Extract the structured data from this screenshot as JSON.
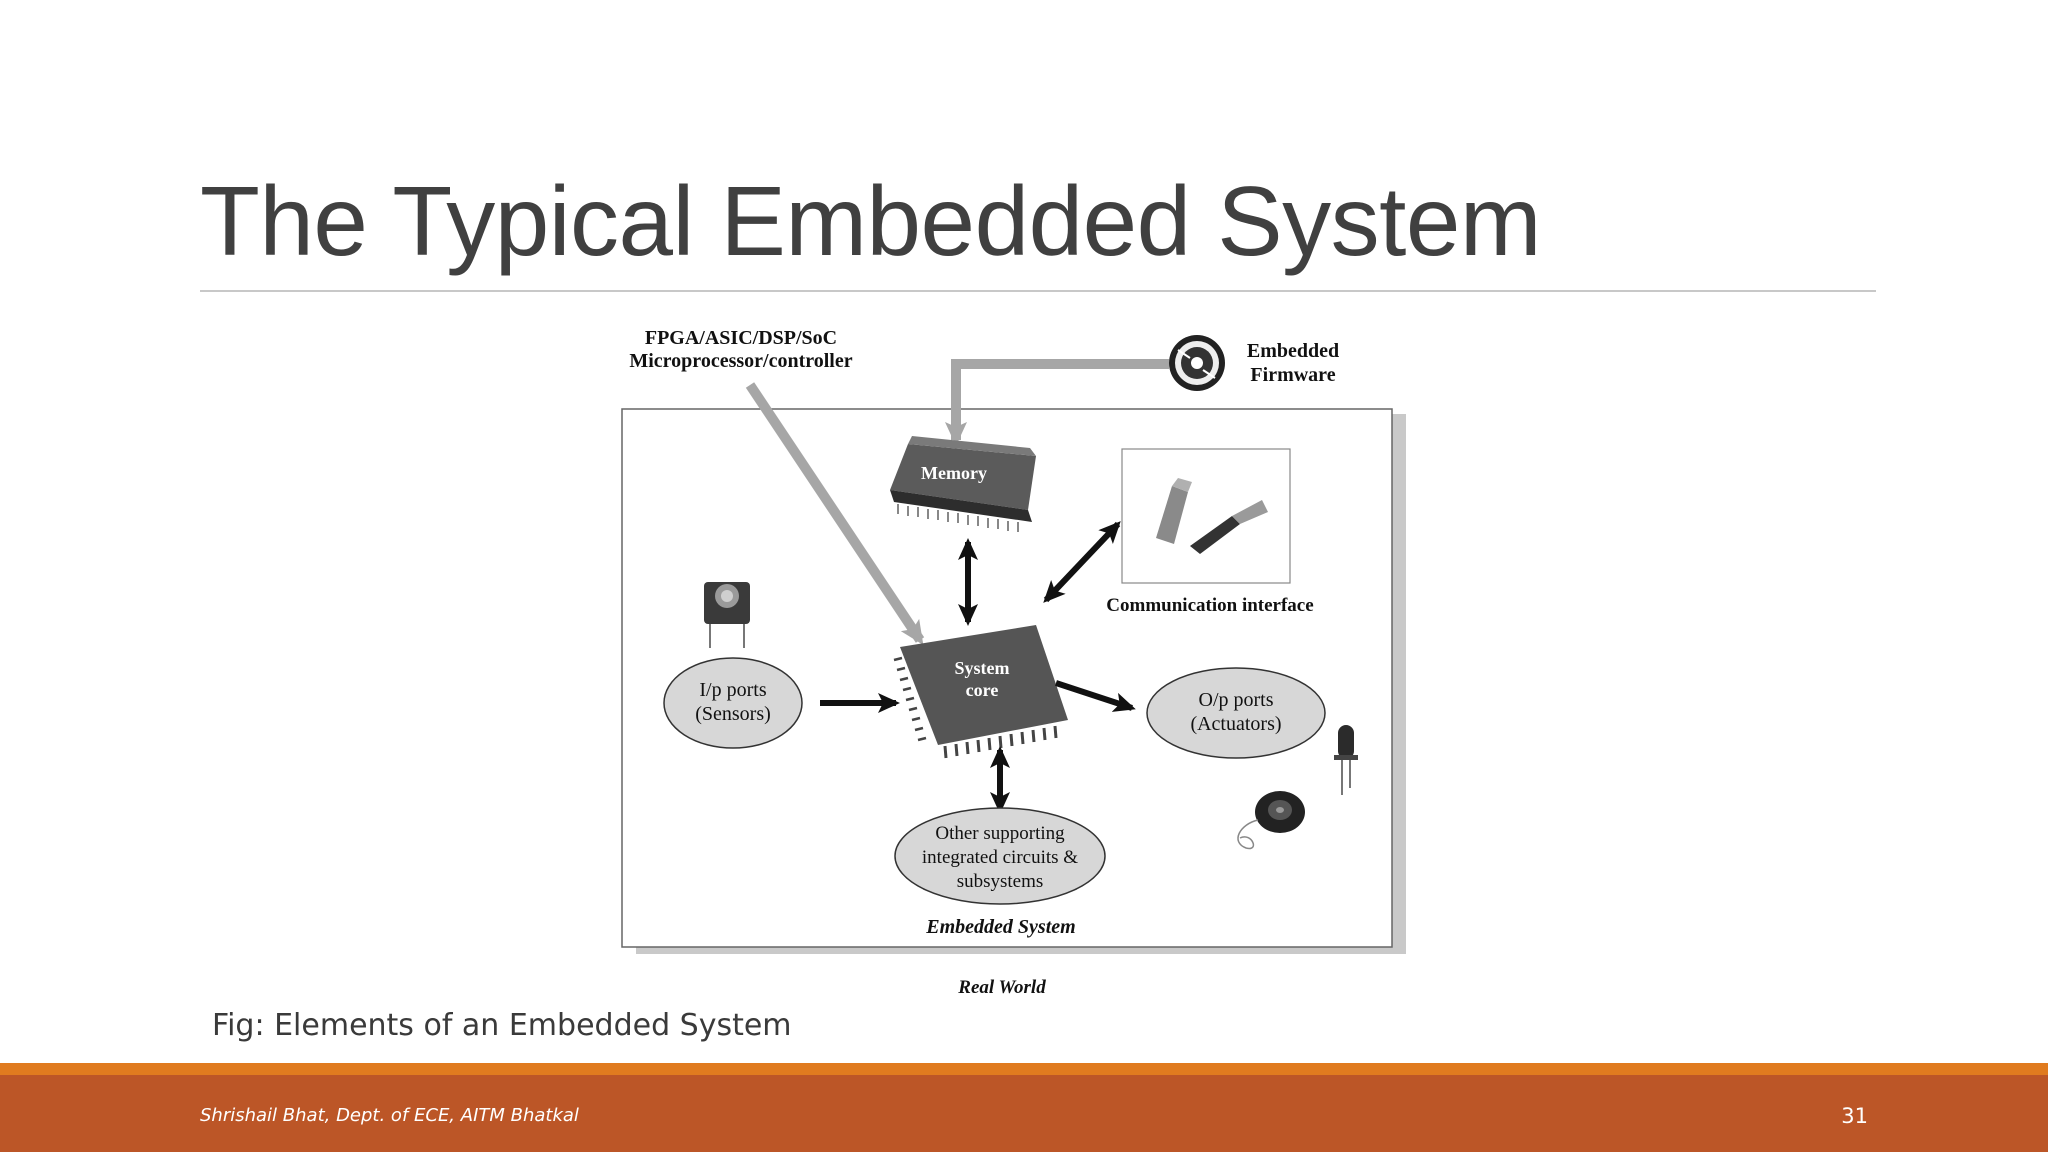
{
  "slide": {
    "title": "The Typical Embedded System",
    "caption": "Fig: Elements of an Embedded System",
    "footer_author": "Shrishail Bhat, Dept. of ECE, AITM Bhatkal",
    "page_number": "31"
  },
  "diagram": {
    "processor_label_line1": "FPGA/ASIC/DSP/SoC",
    "processor_label_line2": "Microprocessor/controller",
    "firmware_label_line1": "Embedded",
    "firmware_label_line2": "Firmware",
    "memory_label": "Memory",
    "system_core_line1": "System",
    "system_core_line2": "core",
    "comm_interface_label": "Communication interface",
    "input_ports_line1": "I/p ports",
    "input_ports_line2": "(Sensors)",
    "output_ports_line1": "O/p ports",
    "output_ports_line2": "(Actuators)",
    "other_ics_line1": "Other supporting",
    "other_ics_line2": "integrated circuits &",
    "other_ics_line3": "subsystems",
    "embedded_system_label": "Embedded System",
    "real_world_label": "Real World"
  }
}
